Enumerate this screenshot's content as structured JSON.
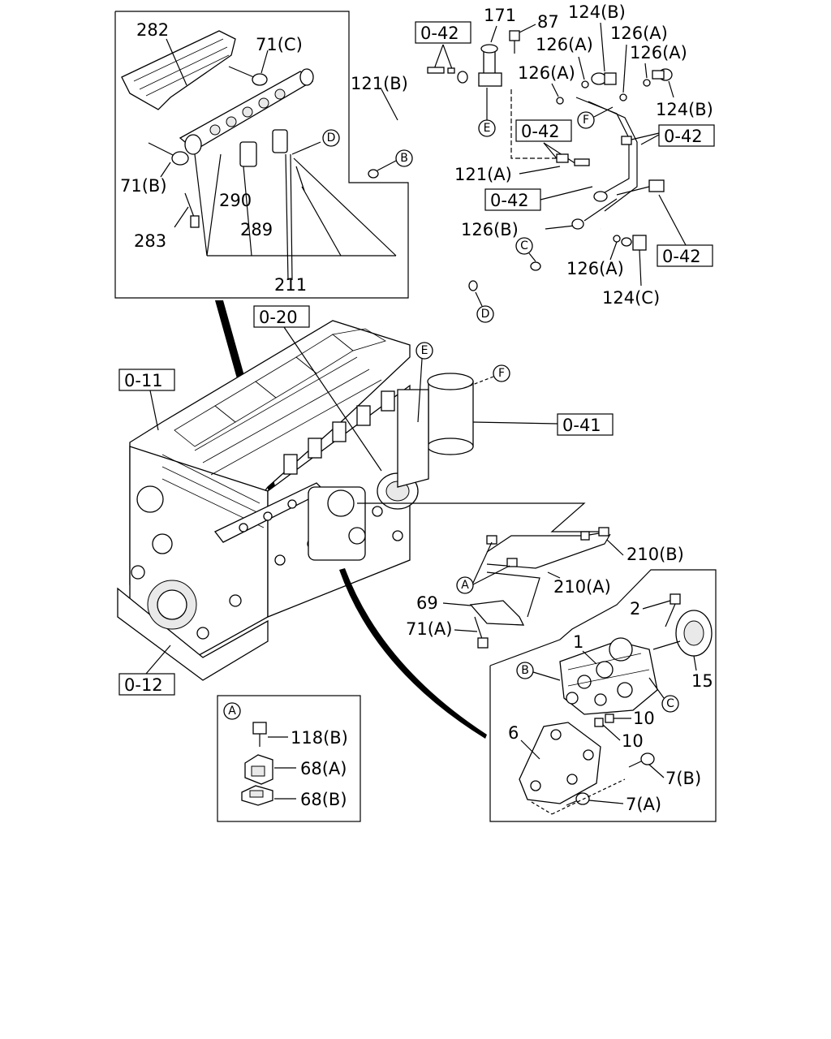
{
  "ref_boxes": {
    "top_left": "0-42",
    "top_right_mid": "0-42",
    "mid_left": "0-42",
    "mid_center": "0-42",
    "right_low": "0-42",
    "engine_top": "0-20",
    "engine_left": "0-11",
    "engine_right": "0-41",
    "engine_bottom": "0-12"
  },
  "rail_labels": {
    "p282": "282",
    "p71c": "71(C)",
    "p71b": "71(B)",
    "p283": "283",
    "p290": "290",
    "p289": "289",
    "p211": "211",
    "circleD": "D"
  },
  "pipe_labels": {
    "p171": "171",
    "p87": "87",
    "p124b_top": "124(B)",
    "p126a_1": "126(A)",
    "p126a_2": "126(A)",
    "p126a_3": "126(A)",
    "p126a_4": "126(A)",
    "p124b_right": "124(B)",
    "p121b": "121(B)",
    "p121a": "121(A)",
    "p126b": "126(B)",
    "p126a_low": "126(A)",
    "p124c": "124(C)",
    "circleE": "E",
    "circleB": "B",
    "circleF": "F",
    "circleC": "C",
    "circleD": "D"
  },
  "engine_labels": {
    "circleE": "E",
    "circleF": "F"
  },
  "pump_labels": {
    "p210b": "210(B)",
    "p210a": "210(A)",
    "p69": "69",
    "p71a": "71(A)",
    "circleA": "A",
    "p2": "2",
    "p1": "1",
    "p15": "15",
    "p10a": "10",
    "p10b": "10",
    "p6": "6",
    "p7b": "7(B)",
    "p7a": "7(A)",
    "circleB": "B",
    "circleC": "C"
  },
  "clamp_detail": {
    "circleA": "A",
    "p118b": "118(B)",
    "p68a": "68(A)",
    "p68b": "68(B)"
  }
}
